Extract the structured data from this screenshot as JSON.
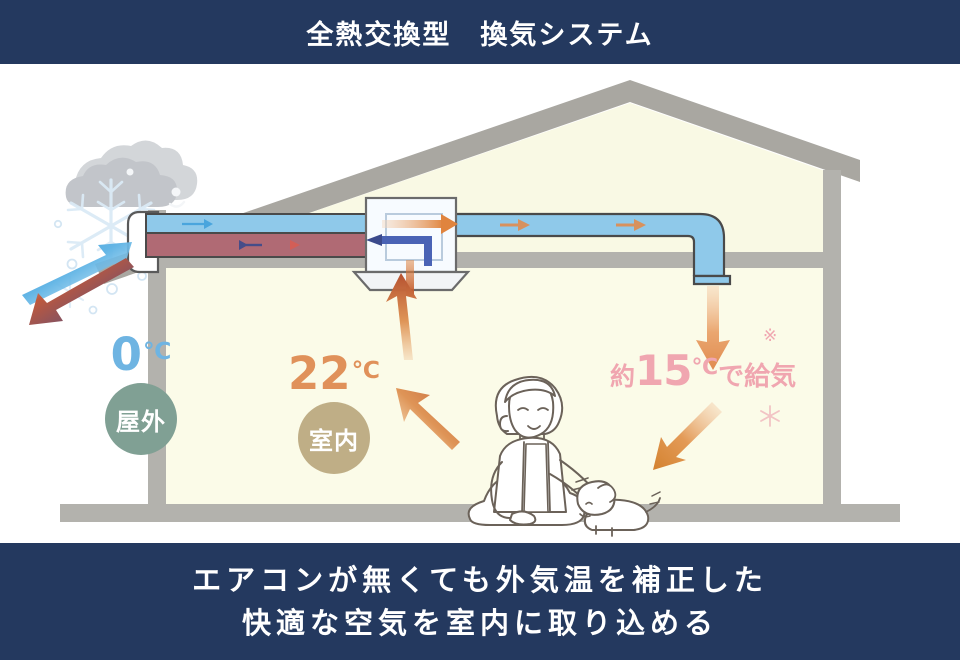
{
  "header": {
    "title": "全熱交換型　換気システム"
  },
  "footer": {
    "line1": "エアコンが無くても外気温を補正した",
    "line2": "快適な空気を室内に取り込める"
  },
  "diagram": {
    "outdoor": {
      "temperature": "0",
      "degree_unit": "℃",
      "badge_label": "屋外"
    },
    "indoor": {
      "temperature": "22",
      "degree_unit": "℃",
      "badge_label": "室内"
    },
    "supply_air": {
      "prefix": "約",
      "temperature": "15",
      "degree_unit": "℃",
      "suffix": "で給気",
      "footnote_mark": "※"
    }
  },
  "colors": {
    "header_navy": "#24395f",
    "outdoor_temp_blue": "#6eb4e2",
    "outdoor_badge_green": "#80a094",
    "indoor_temp_orange": "#e0915a",
    "indoor_badge_tan": "#bfae86",
    "supply_pink": "#f0a6b0",
    "roof_gray": "#a9a7a1",
    "wall_gray": "#b3b2ad",
    "room_cream": "#fbfbe8",
    "attic_cream": "#f9f9e4",
    "duct_intake_blue": "#8fc9ea",
    "duct_exhaust_red": "#b06a74",
    "arrow_orange": "#e08b4e",
    "arrow_navy": "#3b4a8c",
    "arrow_blue": "#5aafe0",
    "cloud_gray": "#b8bcc2"
  }
}
